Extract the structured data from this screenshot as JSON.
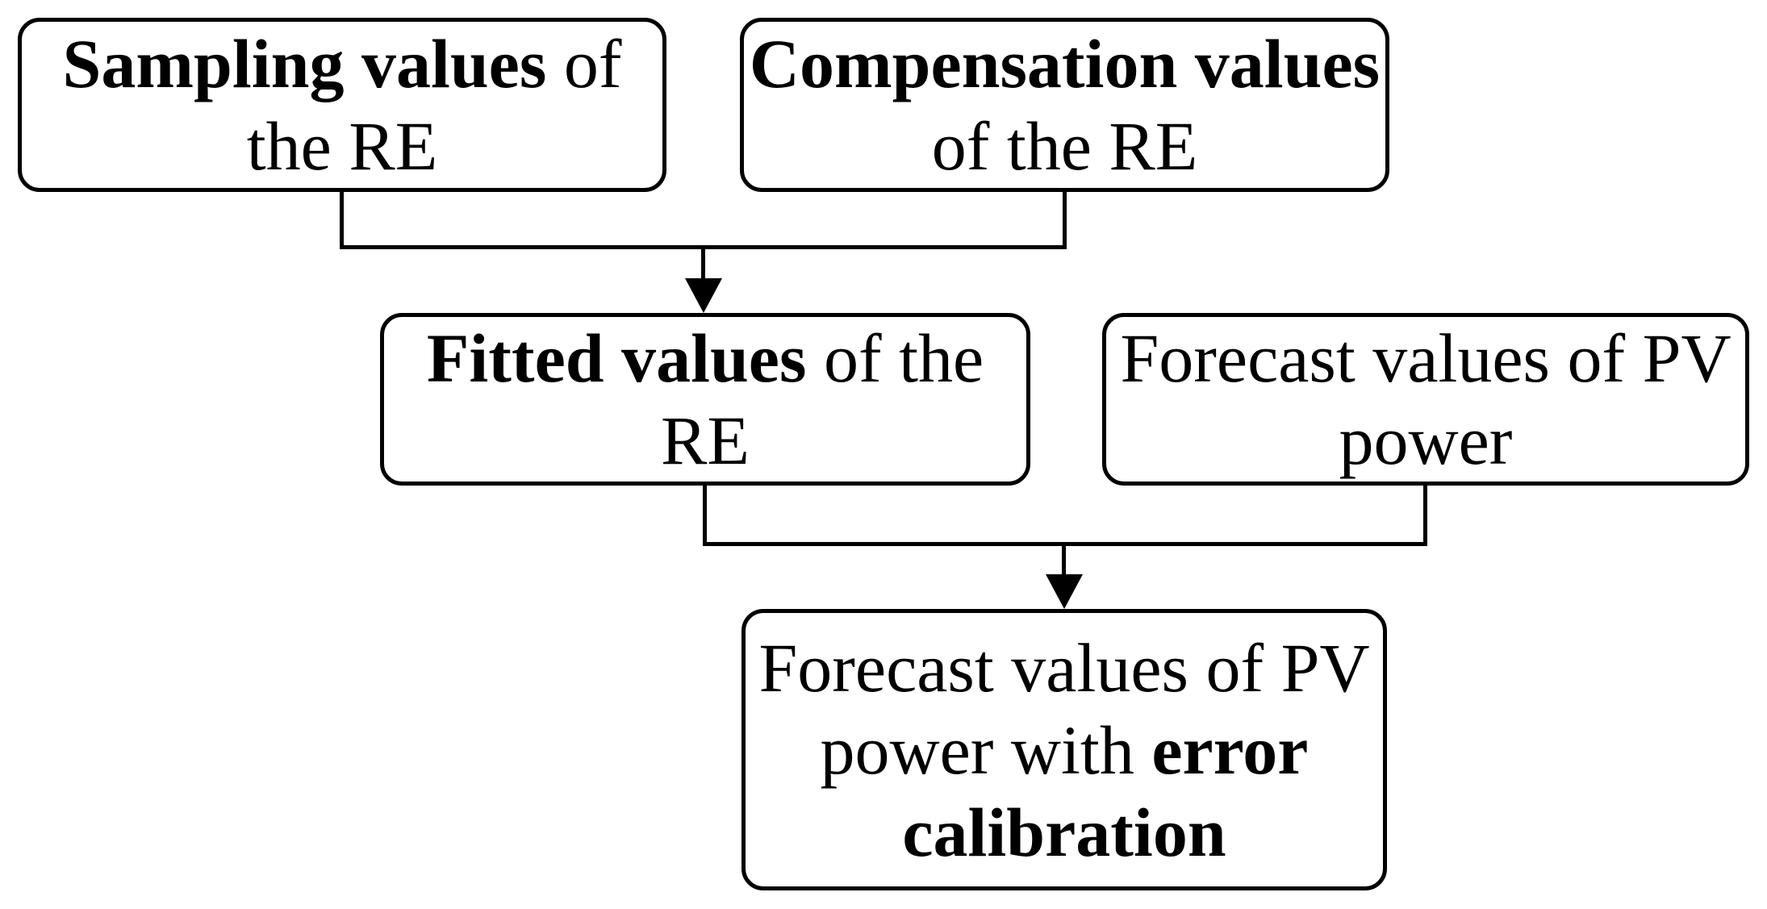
{
  "figure": {
    "type": "flowchart",
    "background_color": "#ffffff",
    "line_color": "#000000",
    "text_color": "#000000",
    "boxes": [
      {
        "id": "sampling-values",
        "lines": [
          {
            "segments": [
              {
                "text": "Sampling values",
                "bold": true
              },
              {
                "text": " of",
                "bold": false
              }
            ]
          },
          {
            "segments": [
              {
                "text": "the RE",
                "bold": false
              }
            ]
          }
        ]
      },
      {
        "id": "compensation-values",
        "lines": [
          {
            "segments": [
              {
                "text": "Compensation values",
                "bold": true
              }
            ]
          },
          {
            "segments": [
              {
                "text": "of the RE",
                "bold": false
              }
            ]
          }
        ]
      },
      {
        "id": "fitted-values",
        "lines": [
          {
            "segments": [
              {
                "text": "Fitted values",
                "bold": true
              },
              {
                "text": " of the",
                "bold": false
              }
            ]
          },
          {
            "segments": [
              {
                "text": "RE",
                "bold": false
              }
            ]
          }
        ]
      },
      {
        "id": "forecast-pv",
        "lines": [
          {
            "segments": [
              {
                "text": "Forecast values of PV",
                "bold": false
              }
            ]
          },
          {
            "segments": [
              {
                "text": "power",
                "bold": false
              }
            ]
          }
        ]
      },
      {
        "id": "forecast-calibrated",
        "lines": [
          {
            "segments": [
              {
                "text": "Forecast values of PV",
                "bold": false
              }
            ]
          },
          {
            "segments": [
              {
                "text": "power with ",
                "bold": false
              },
              {
                "text": "error",
                "bold": true
              }
            ]
          },
          {
            "segments": [
              {
                "text": "calibration",
                "bold": true
              }
            ]
          }
        ]
      }
    ],
    "connections": [
      {
        "from": [
          "sampling-values",
          "compensation-values"
        ],
        "to": "fitted-values",
        "style": "merge-arrow"
      },
      {
        "from": [
          "fitted-values",
          "forecast-pv"
        ],
        "to": "forecast-calibrated",
        "style": "merge-arrow"
      }
    ]
  }
}
